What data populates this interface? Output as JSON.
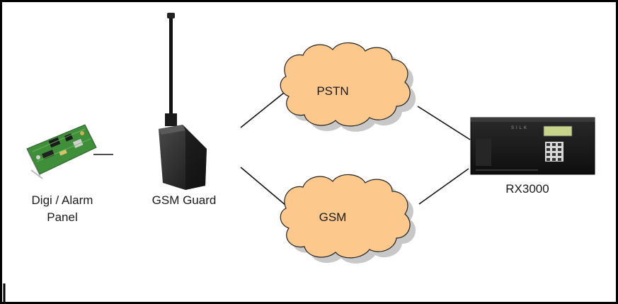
{
  "nodes": {
    "panel": {
      "label_line1": "Digi / Alarm",
      "label_line2": "Panel"
    },
    "guard": {
      "label": "GSM Guard"
    },
    "pstn": {
      "label": "PSTN"
    },
    "gsm": {
      "label": "GSM"
    },
    "receiver": {
      "label": "RX3000",
      "brand_text": "SILK"
    }
  },
  "colors": {
    "cloud_fill": "#fdc88c",
    "cloud_stroke": "#222222",
    "cloud_shadow": "#c8c8c8",
    "frame": "#000000",
    "pcb_green": "#3f8f3a",
    "guard_body": "#2b2b2b",
    "receiver_body": "#1c1c1c",
    "lcd": "#c8d48a"
  }
}
